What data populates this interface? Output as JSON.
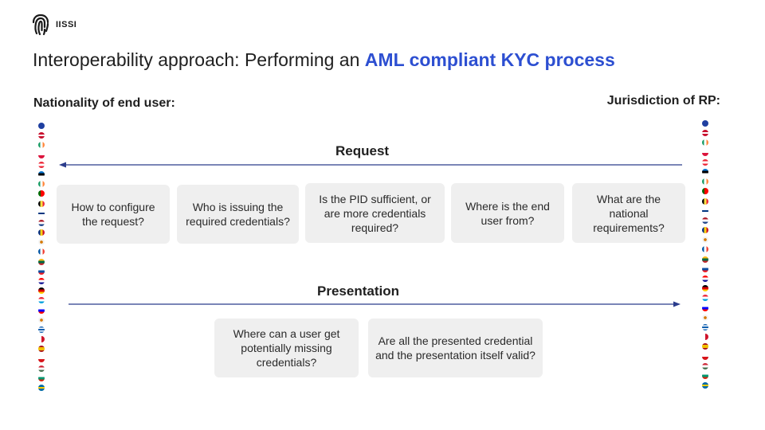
{
  "logo": {
    "text": "IISSI",
    "icon": "fingerprint-icon"
  },
  "title": {
    "prefix": "Interoperability approach: Performing an ",
    "highlight": "AML compliant KYC process"
  },
  "left_heading": "Nationality of end user:",
  "right_heading": "Jurisdiction of RP:",
  "request": {
    "label": "Request",
    "cards": [
      "How to configure the request?",
      "Who is issuing the required credentials?",
      "Is the PID sufficient, or are more credentials required?",
      "Where is the end user from?",
      "What are the national requirements?"
    ]
  },
  "presentation": {
    "label": "Presentation",
    "cards": [
      "Where can a user get potentially missing credentials?",
      "Are all the presented credential and the presentation itself valid?"
    ]
  },
  "colors": {
    "accent": "#2d4fd1",
    "arrow": "#2b3c8c",
    "card_bg": "#efefef"
  },
  "flag_icons": [
    "eu",
    "dk",
    "ie",
    "pl",
    "at",
    "ee",
    "ie",
    "pt",
    "be",
    "fi",
    "nl",
    "ro",
    "cy",
    "fr",
    "lt",
    "sk",
    "hr",
    "de",
    "lu",
    "si",
    "cy",
    "gr",
    "mt",
    "es",
    "cz",
    "hu",
    "bg",
    "se"
  ]
}
